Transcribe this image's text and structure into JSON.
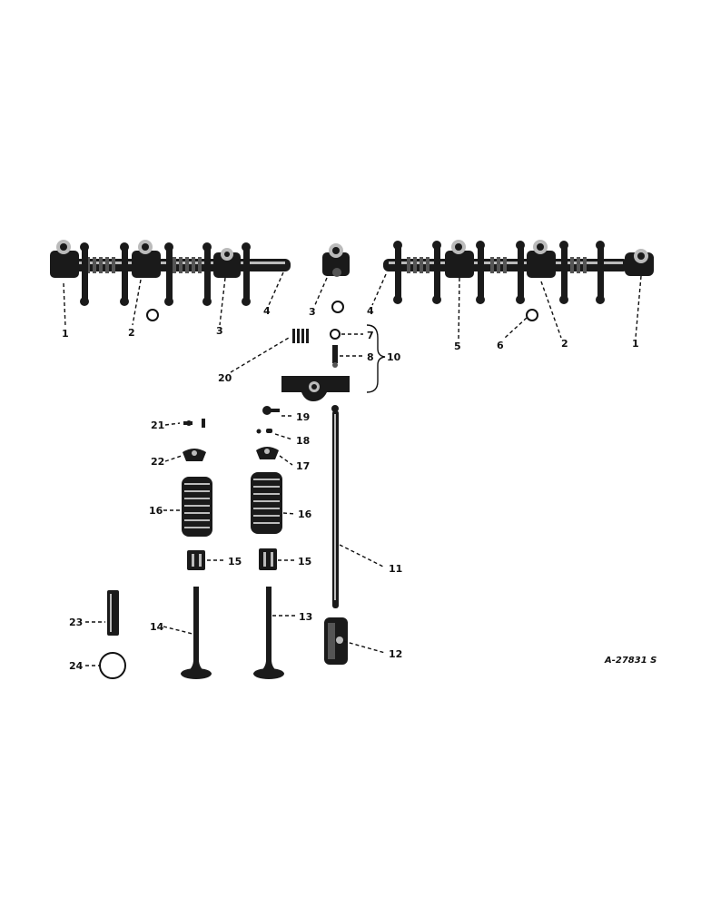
{
  "callouts": [
    "1",
    "2",
    "3",
    "4",
    "3",
    "4",
    "5",
    "6",
    "2",
    "1",
    "7",
    "8",
    "10",
    "20",
    "19",
    "18",
    "17",
    "21",
    "22",
    "16",
    "16",
    "15",
    "15",
    "11",
    "14",
    "13",
    "12",
    "23",
    "24"
  ],
  "drawing_number": "A-27831 S"
}
